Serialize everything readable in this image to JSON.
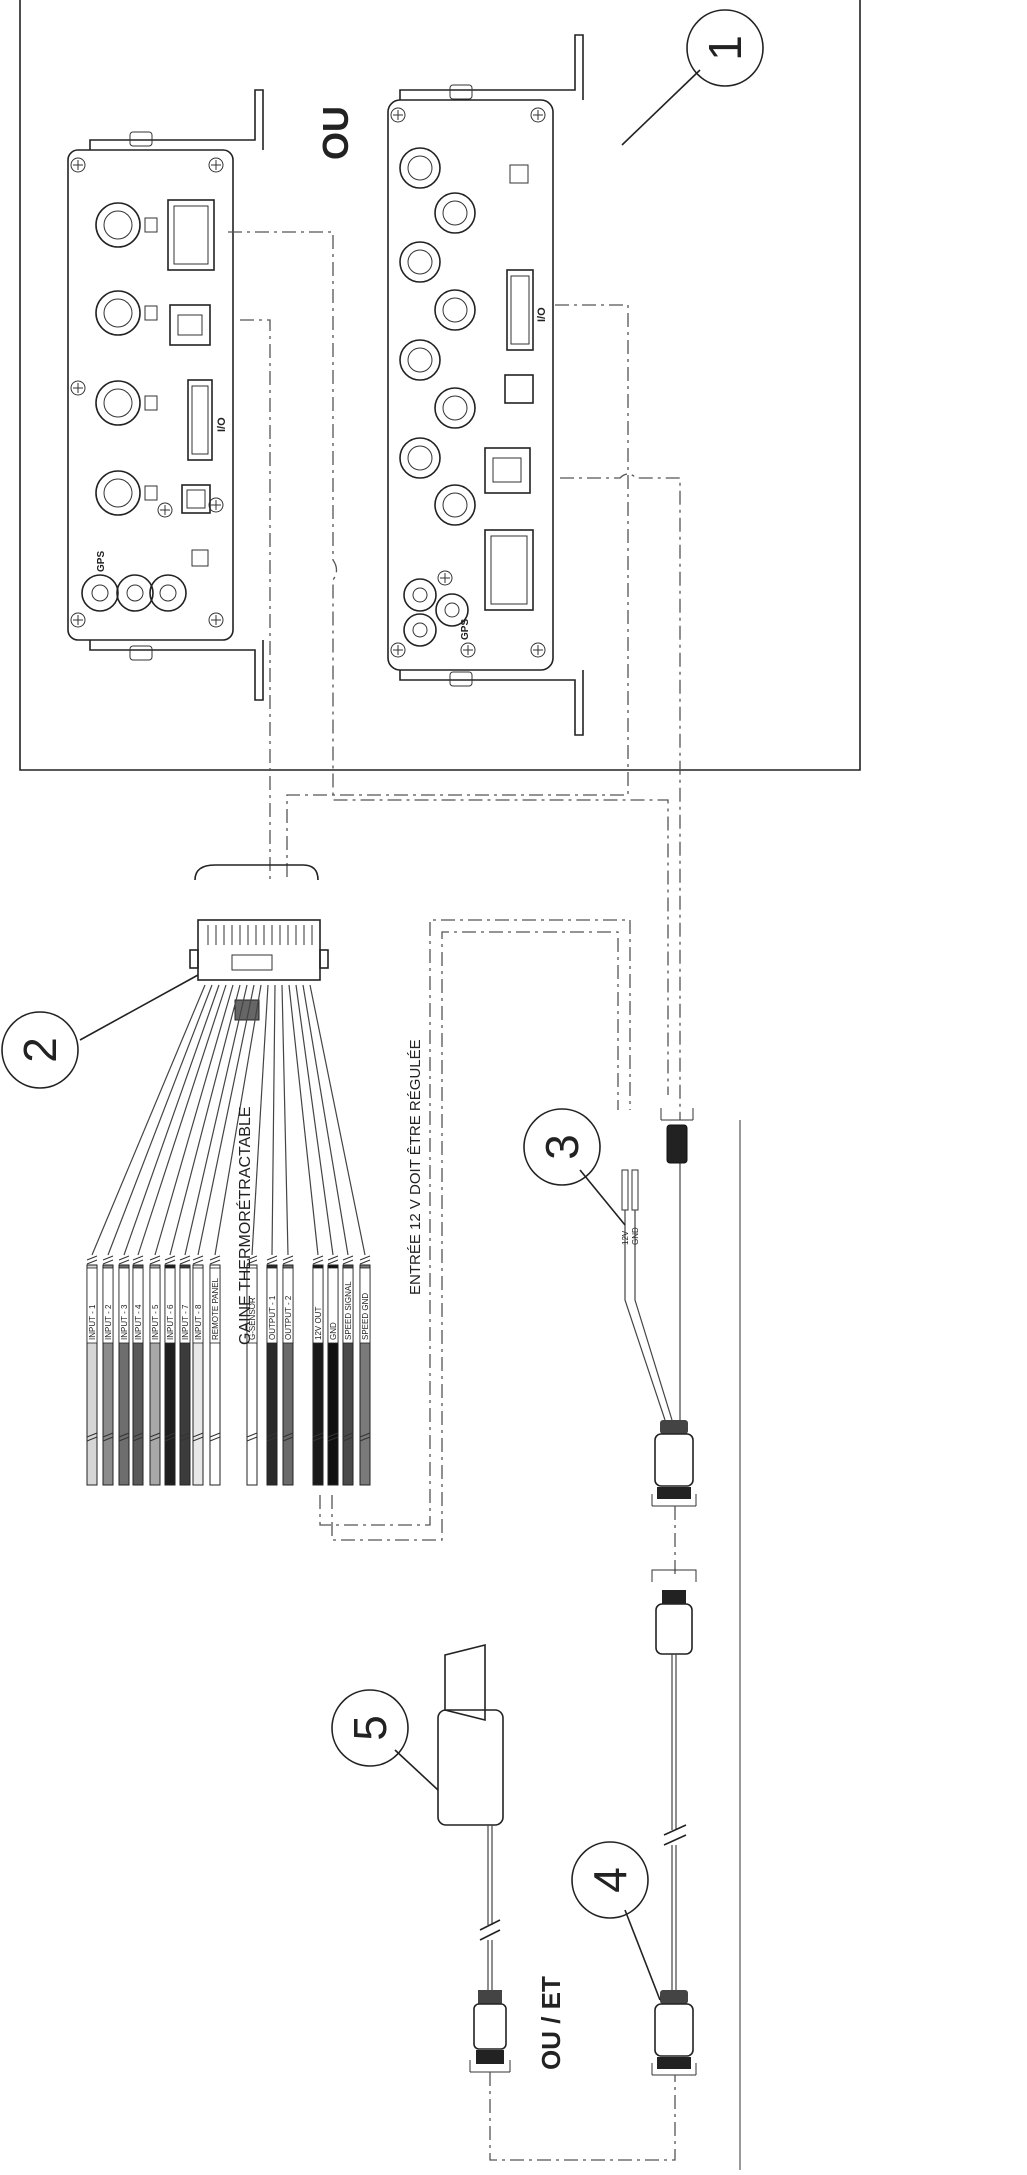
{
  "labels": {
    "or_top": "OU",
    "or_and": "OU / ET",
    "heat_shrink": "GAINE THERMORÉTRACTABLE",
    "regulated": "ENTRÉE 12 V DOIT ÊTRE RÉGULÉE",
    "io": "I/O",
    "gps": "GPS"
  },
  "callouts": [
    "1",
    "2",
    "3",
    "4",
    "5"
  ],
  "wires": [
    {
      "label": "INPUT - 1",
      "color": "#d6d6d6"
    },
    {
      "label": "INPUT - 2",
      "color": "#8c8c8c"
    },
    {
      "label": "INPUT - 3",
      "color": "#6e6e6e"
    },
    {
      "label": "INPUT - 4",
      "color": "#5a5a5a"
    },
    {
      "label": "INPUT - 5",
      "color": "#a8a8a8"
    },
    {
      "label": "INPUT - 6",
      "color": "#1e1e1e"
    },
    {
      "label": "INPUT - 7",
      "color": "#3c3c3c"
    },
    {
      "label": "INPUT - 8",
      "color": "#e8e8e8"
    },
    {
      "label": "REMOTE PANEL",
      "color": "#ffffff"
    },
    {
      "label": "G-SENSOR",
      "color": "#ffffff"
    },
    {
      "label": "OUTPUT - 1",
      "color": "#2a2a2a"
    },
    {
      "label": "OUTPUT - 2",
      "color": "#6a6a6a"
    },
    {
      "label": "12V OUT",
      "color": "#1a1a1a"
    },
    {
      "label": "GND",
      "color": "#101010"
    },
    {
      "label": "SPEED SIGNAL",
      "color": "#4a4a4a"
    },
    {
      "label": "SPEED GND",
      "color": "#7a7a7a"
    }
  ],
  "cable3_labels": [
    "12V",
    "GND"
  ]
}
